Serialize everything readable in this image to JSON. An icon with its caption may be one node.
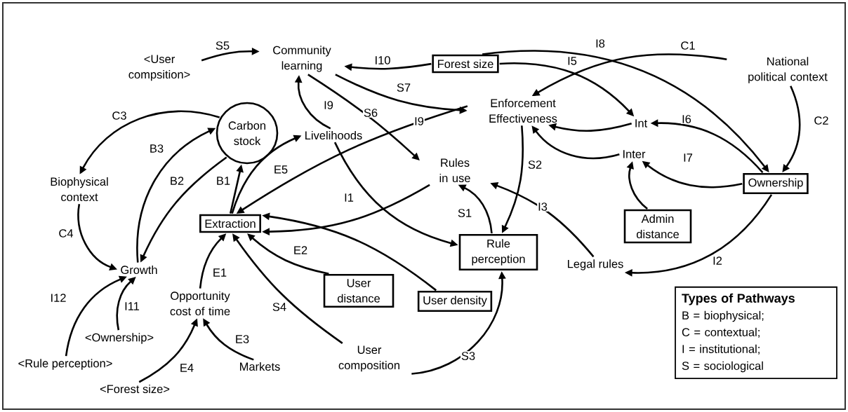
{
  "diagram": {
    "nodes": [
      {
        "text": [
          "<User compsition>"
        ]
      },
      {
        "text": [
          "Community learning"
        ]
      },
      {
        "text": [
          "Forest size"
        ]
      },
      {
        "text": [
          "National political context"
        ]
      },
      {
        "text": [
          "Enforcement Effectiveness"
        ]
      },
      {
        "text": [
          "Int"
        ]
      },
      {
        "text": [
          "Inter"
        ]
      },
      {
        "text": [
          "Carbon stock"
        ]
      },
      {
        "text": [
          "Livelihoods"
        ]
      },
      {
        "text": [
          "Biophysical context"
        ]
      },
      {
        "text": [
          "Rules in use"
        ]
      },
      {
        "text": [
          "Ownership"
        ]
      },
      {
        "text": [
          "Admin distance"
        ]
      },
      {
        "text": [
          "Extraction"
        ]
      },
      {
        "text": [
          "Rule perception"
        ]
      },
      {
        "text": [
          "Legal rules"
        ]
      },
      {
        "text": [
          "Growth"
        ]
      },
      {
        "text": [
          "User distance"
        ]
      },
      {
        "text": [
          "User density"
        ]
      },
      {
        "text": [
          "Opportunity cost of time"
        ]
      },
      {
        "text": [
          "<Ownership>"
        ]
      },
      {
        "text": [
          "Markets"
        ]
      },
      {
        "text": [
          "User composition"
        ]
      },
      {
        "text": [
          "<Rule perception>"
        ]
      },
      {
        "text": [
          "<Forest size>"
        ]
      },
      {
        "text": [
          "Types of Pathways",
          "B = biophysical;",
          "C = contextual;",
          "I = institutional;",
          "S = sociological"
        ]
      }
    ],
    "edges": [
      {
        "from": 0,
        "to": 1,
        "arrow": "to",
        "label": "S5"
      },
      {
        "from": 2,
        "to": 1,
        "arrow": "to",
        "label": "I10"
      },
      {
        "from": 2,
        "to": 11,
        "arrow": "to",
        "label": "I8"
      },
      {
        "from": 2,
        "to": 5,
        "arrow": "to",
        "label": "I5"
      },
      {
        "from": 3,
        "to": 4,
        "arrow": "to",
        "label": "C1"
      },
      {
        "from": 3,
        "to": 11,
        "arrow": "to",
        "label": "C2"
      },
      {
        "from": 1,
        "to": 4,
        "arrow": "to",
        "label": "S7"
      },
      {
        "from": 1,
        "to": 10,
        "arrow": "to",
        "label": "S6"
      },
      {
        "from": 8,
        "to": 1,
        "arrow": "to",
        "label": "I9"
      },
      {
        "from": 4,
        "to": 13,
        "arrow": "to",
        "label": "I9"
      },
      {
        "from": 11,
        "to": 5,
        "arrow": "to",
        "label": "I6"
      },
      {
        "from": 11,
        "to": 6,
        "arrow": "to",
        "label": "I7"
      },
      {
        "from": 5,
        "to": 4,
        "arrow": "to"
      },
      {
        "from": 6,
        "to": 4,
        "arrow": "to"
      },
      {
        "from": 12,
        "to": 6,
        "arrow": "to"
      },
      {
        "from": 11,
        "to": 15,
        "arrow": "to",
        "label": "I2"
      },
      {
        "from": 15,
        "to": 10,
        "arrow": "to",
        "label": "I3"
      },
      {
        "from": 4,
        "to": 14,
        "arrow": "to",
        "label": "S2"
      },
      {
        "from": 14,
        "to": 10,
        "arrow": "to",
        "label": "S1"
      },
      {
        "from": 8,
        "to": 14,
        "arrow": "to",
        "label": "I1"
      },
      {
        "from": 10,
        "to": 13,
        "arrow": "to"
      },
      {
        "from": 13,
        "to": 8,
        "arrow": "to",
        "label": "E5"
      },
      {
        "from": 13,
        "to": 7,
        "arrow": "to",
        "label": "B1"
      },
      {
        "from": 7,
        "to": 16,
        "arrow": "to",
        "label": "B2"
      },
      {
        "from": 16,
        "to": 7,
        "arrow": "to",
        "label": "B3"
      },
      {
        "from": 7,
        "to": 9,
        "arrow": "to",
        "label": "C3"
      },
      {
        "from": 9,
        "to": 16,
        "arrow": "to",
        "label": "C4"
      },
      {
        "from": 17,
        "to": 13,
        "arrow": "to",
        "label": "E2"
      },
      {
        "from": 18,
        "to": 13,
        "arrow": "to"
      },
      {
        "from": 19,
        "to": 13,
        "arrow": "to",
        "label": "E1"
      },
      {
        "from": 22,
        "to": 13,
        "arrow": "to",
        "label": "S4"
      },
      {
        "from": 22,
        "to": 14,
        "arrow": "to",
        "label": "S3"
      },
      {
        "from": 23,
        "to": 16,
        "arrow": "to",
        "label": "I12"
      },
      {
        "from": 20,
        "to": 16,
        "arrow": "to",
        "label": "I11"
      },
      {
        "from": 24,
        "to": 19,
        "arrow": "to",
        "label": "E4"
      },
      {
        "from": 21,
        "to": 19,
        "arrow": "to",
        "label": "E3"
      }
    ]
  }
}
